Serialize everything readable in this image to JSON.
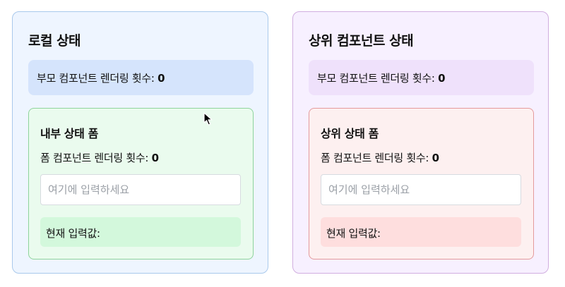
{
  "left_panel": {
    "title": "로컬 상태",
    "parent_render_label": "부모 컴포넌트 렌더링 횟수: ",
    "parent_render_count": "0",
    "form": {
      "title": "내부 상태 폼",
      "render_label": "폼 컴포넌트 렌더링 횟수: ",
      "render_count": "0",
      "input_placeholder": "여기에 입력하세요",
      "input_value": "",
      "current_value_label": "현재 입력값: ",
      "current_value": ""
    }
  },
  "right_panel": {
    "title": "상위 컴포넌트 상태",
    "parent_render_label": "부모 컴포넌트 렌더링 횟수: ",
    "parent_render_count": "0",
    "form": {
      "title": "상위 상태 폼",
      "render_label": "폼 컴포넌트 렌더링 횟수: ",
      "render_count": "0",
      "input_placeholder": "여기에 입력하세요",
      "input_value": "",
      "current_value_label": "현재 입력값: ",
      "current_value": ""
    }
  },
  "cursor": {
    "icon": "mouse-pointer-icon"
  }
}
